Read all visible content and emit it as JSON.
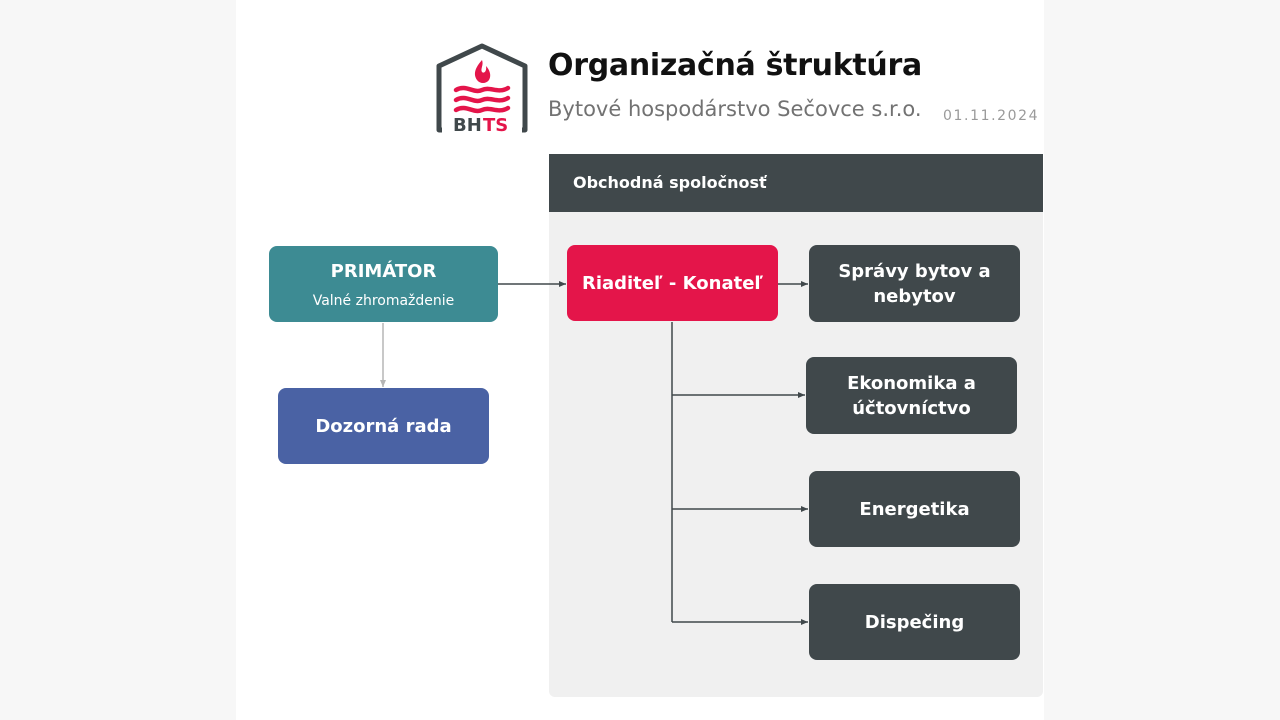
{
  "header": {
    "title": "Organizačná štruktúra",
    "subtitle": "Bytové hospodárstvo Sečovce s.r.o.",
    "date": "01.11.2024",
    "logo_text": "BHTS"
  },
  "company_panel": {
    "label": "Obchodná spoločnosť"
  },
  "nodes": {
    "primator": {
      "title": "PRIMÁTOR",
      "subtitle": "Valné zhromaždenie"
    },
    "dozorna_rada": {
      "title": "Dozorná rada"
    },
    "riaditel": {
      "title": "Riaditeľ - Konateľ"
    },
    "spravy": {
      "title": "Správy bytov a nebytov"
    },
    "ekonomika": {
      "title": "Ekonomika a účtovníctvo"
    },
    "energetika": {
      "title": "Energetika"
    },
    "dispecing": {
      "title": "Dispečing"
    }
  },
  "colors": {
    "teal": "#3d8b93",
    "blue": "#4a62a4",
    "red": "#e4154a",
    "dark": "#40484b",
    "panel": "#f0f0f0"
  }
}
